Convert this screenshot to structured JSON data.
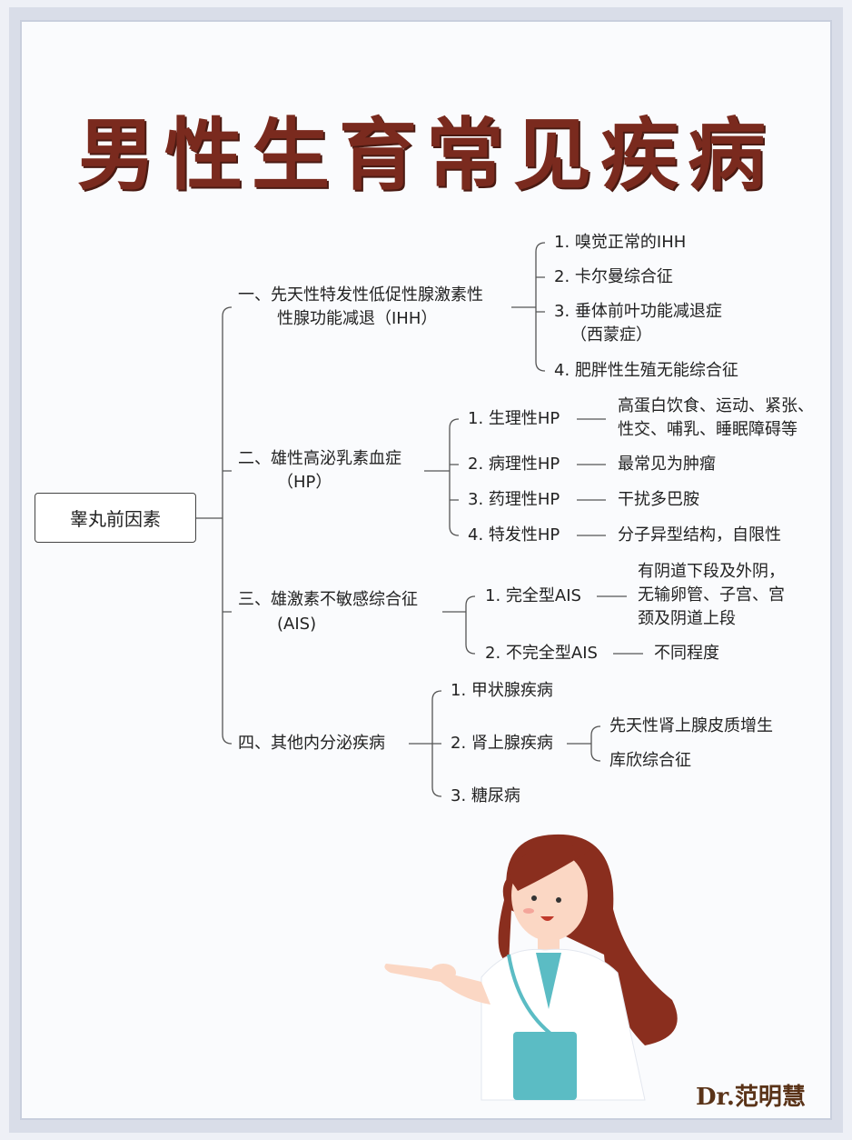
{
  "title": "男性生育常见疾病",
  "root": "睾丸前因素",
  "branches": [
    {
      "label": [
        "一、先天性特发性低促性腺激素性",
        "性腺功能减退（IHH）"
      ],
      "items": [
        "1. 嗅觉正常的IHH",
        "2. 卡尔曼综合征",
        "3. 垂体前叶功能减退症",
        "（西蒙症）",
        "4. 肥胖性生殖无能综合征"
      ]
    },
    {
      "label": [
        "二、雄性高泌乳素血症",
        "（HP）"
      ],
      "items": [
        {
          "name": "1. 生理性HP",
          "detail": [
            "高蛋白饮食、运动、紧张、",
            "性交、哺乳、睡眠障碍等"
          ]
        },
        {
          "name": "2. 病理性HP",
          "detail": [
            "最常见为肿瘤"
          ]
        },
        {
          "name": "3. 药理性HP",
          "detail": [
            "干扰多巴胺"
          ]
        },
        {
          "name": "4. 特发性HP",
          "detail": [
            "分子异型结构，自限性"
          ]
        }
      ]
    },
    {
      "label": [
        "三、雄激素不敏感综合征",
        "(AIS)"
      ],
      "items": [
        {
          "name": "1. 完全型AIS",
          "detail": [
            "有阴道下段及外阴，",
            "无输卵管、子宫、宫",
            "颈及阴道上段"
          ]
        },
        {
          "name": "2. 不完全型AIS",
          "detail": [
            "不同程度"
          ]
        }
      ]
    },
    {
      "label": [
        "四、其他内分泌疾病"
      ],
      "items": [
        {
          "name": "1. 甲状腺疾病"
        },
        {
          "name": "2. 肾上腺疾病",
          "detail": [
            "先天性肾上腺皮质增生",
            "库欣综合征"
          ]
        },
        {
          "name": "3. 糖尿病"
        }
      ]
    }
  ],
  "signature": "Dr.范明慧",
  "colors": {
    "title": "#7a2a1e",
    "line": "#555555"
  }
}
